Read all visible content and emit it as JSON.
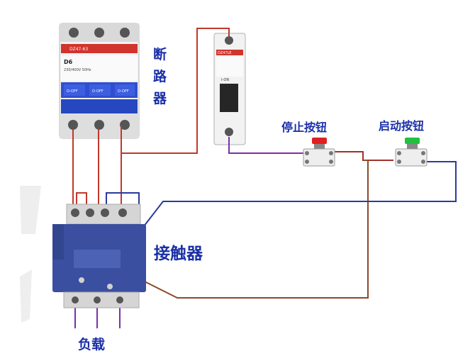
{
  "labels": {
    "breaker": "断路器",
    "stop_button": "停止按钮",
    "start_button": "启动按钮",
    "contactor": "接触器",
    "load": "负载"
  },
  "breaker_3p": {
    "brand": "DZ47-63",
    "rating": "D6",
    "spec": "230/400V  50Hz",
    "handle_labels": [
      "O-OFF",
      "O-OFF",
      "O-OFF"
    ]
  },
  "breaker_1p": {
    "brand": "DZ47LE",
    "handle_label": "I-ON"
  },
  "colors": {
    "label": "#1a2fa8",
    "wire_red": "#c0392b",
    "wire_purple": "#7b2fa8",
    "wire_blue": "#2a3a9e",
    "wire_brown": "#8a4b2a",
    "contactor_body": "#3a4fa0",
    "breaker_handle": "#2f4fd0",
    "stop_cap": "#e02020",
    "start_cap": "#20c040"
  }
}
